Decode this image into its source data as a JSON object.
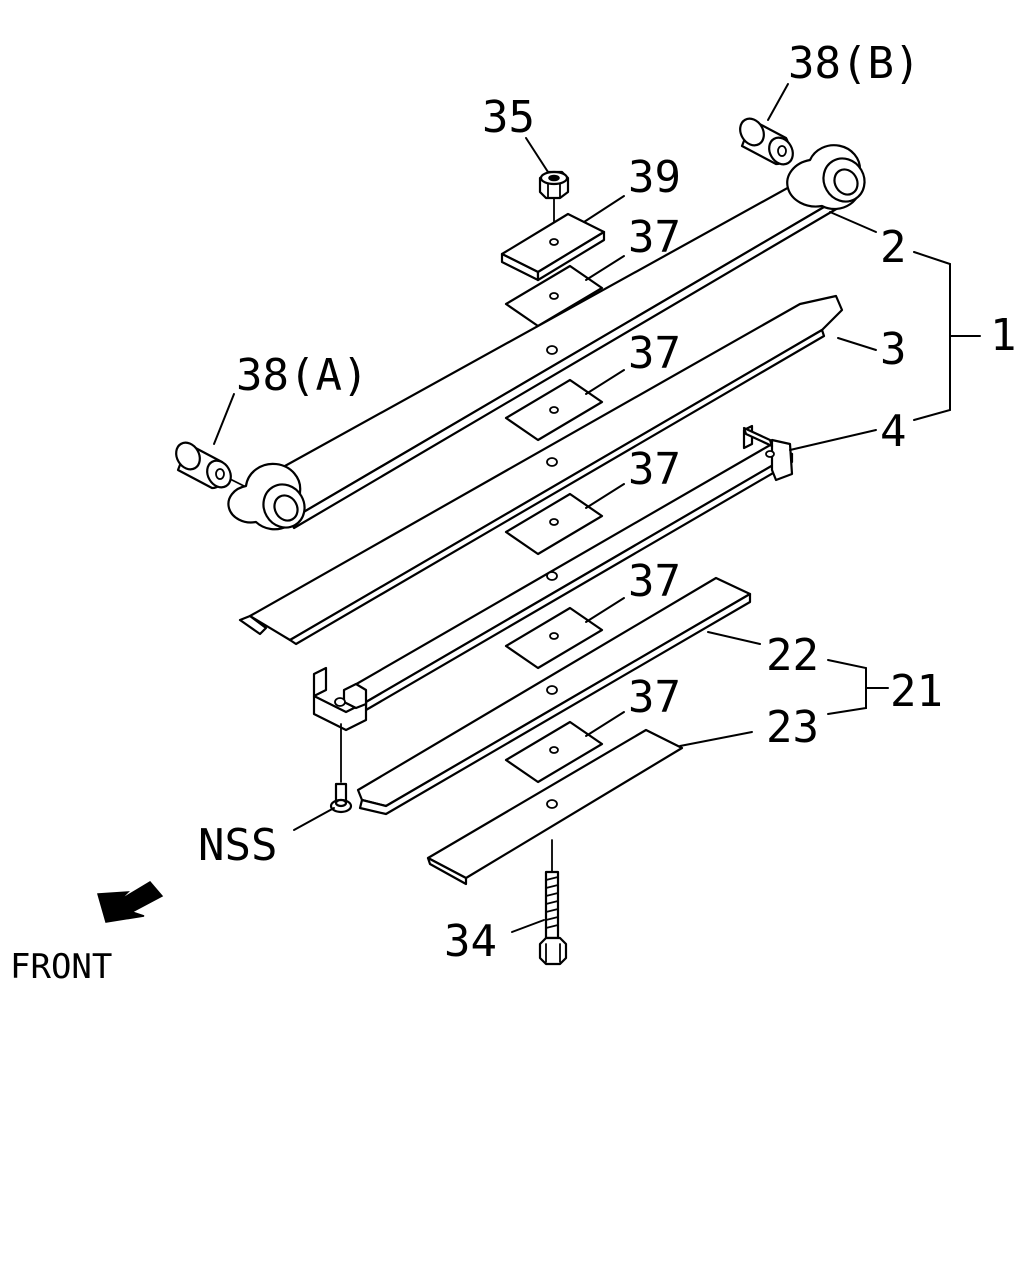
{
  "diagram": {
    "callouts": {
      "c38b": "38(B)",
      "c35": "35",
      "c39": "39",
      "c37a": "37",
      "c2": "2",
      "c1": "1",
      "c38a": "38(A)",
      "c37b": "37",
      "c3": "3",
      "c4": "4",
      "c37c": "37",
      "c37d": "37",
      "c22": "22",
      "c21": "21",
      "c37e": "37",
      "c23": "23",
      "cnss": "NSS",
      "c34": "34"
    },
    "direction_label": "FRONT"
  }
}
